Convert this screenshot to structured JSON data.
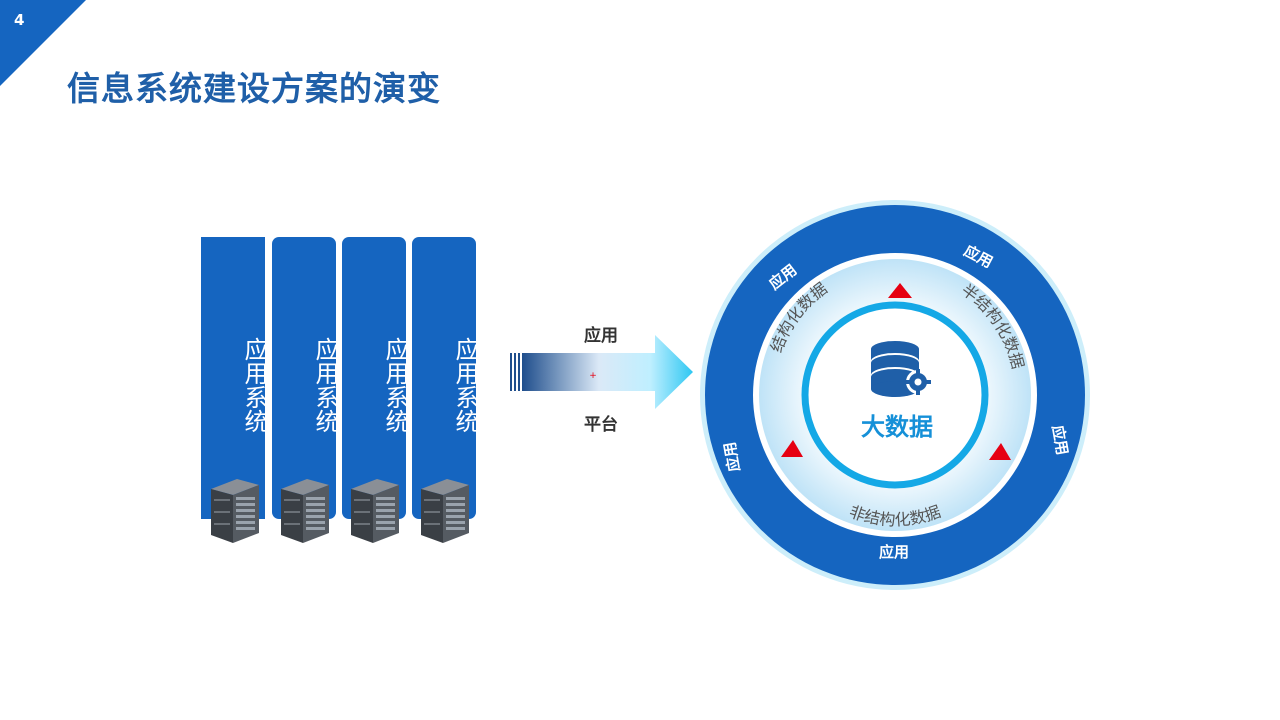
{
  "page_number": "4",
  "title": "信息系统建设方案的演变",
  "columns": [
    {
      "label": "应用系统"
    },
    {
      "label": "应用系统"
    },
    {
      "label": "应用系统"
    },
    {
      "label": "应用系统"
    }
  ],
  "arrow": {
    "top_label": "应用",
    "bottom_label": "平台"
  },
  "ring": {
    "outer_labels": [
      "应用",
      "应用",
      "应用",
      "应用",
      "应用"
    ],
    "inner_arcs": [
      "结构化数据",
      "半结构化数据",
      "非结构化数据"
    ],
    "center_label": "大数据",
    "icon": "database-gear-icon"
  },
  "colors": {
    "primary": "#1565c0",
    "light_blue": "#29b6f6",
    "accent_red": "#e60012",
    "title": "#1f5fa8"
  }
}
